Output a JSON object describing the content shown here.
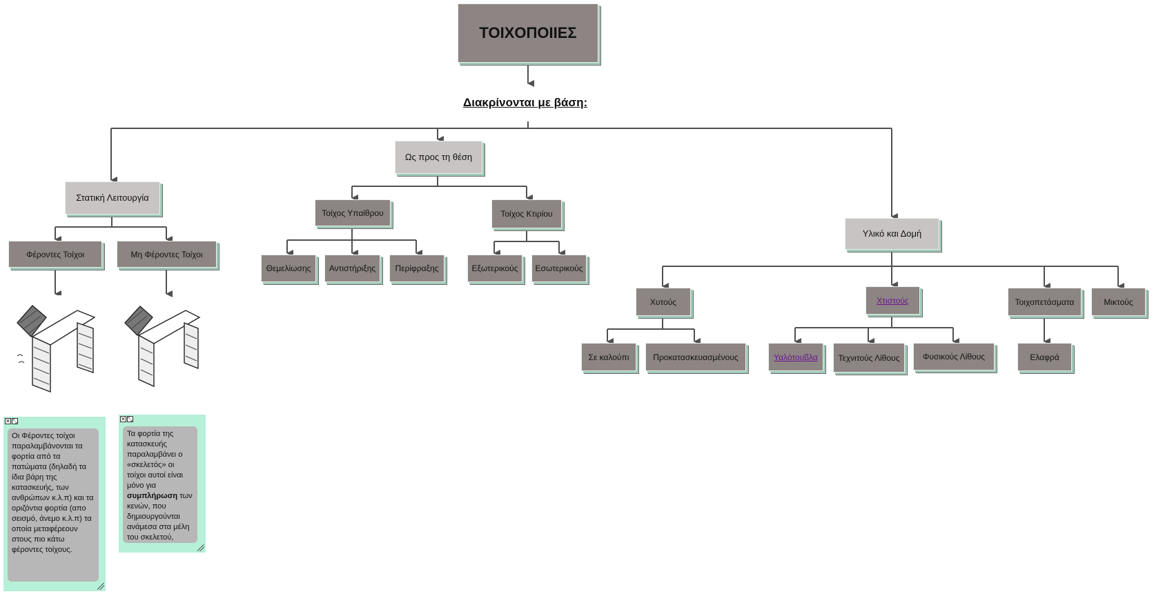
{
  "root": "ΤΟΙΧΟΠΟΙΙΕΣ",
  "heading": "Διακρίνονται με βάση:",
  "branches": {
    "static": "Στατική Λειτουργία",
    "position": "Ως προς τη θέση",
    "material": "Υλικό και Δομή"
  },
  "static_children": {
    "bearing": "Φέροντες Τοίχοι",
    "non_bearing": "Μη Φέροντες Τοίχοι"
  },
  "position_children": {
    "outdoor": "Τοίχος Υπαίθρου",
    "building": "Τοίχος Κτιρίου"
  },
  "outdoor_children": [
    "Θεμελίωσης",
    "Αντιστήριξης",
    "Περίφραξης"
  ],
  "building_children": [
    "Εξωτερικούς",
    "Εσωτερικούς"
  ],
  "material_children": {
    "cast": "Χυτούς",
    "built": "Χτιστούς",
    "panels": "Τοιχοπετάσματα",
    "mixed": "Μικτούς"
  },
  "cast_children": [
    "Σε καλούπι",
    "Προκατασκευασμένους"
  ],
  "built_children": [
    "Υαλότουβλα",
    "Τεχνιτούς Λίθους",
    "Φυσικούς Λίθους"
  ],
  "panels_children": [
    "Ελαφρά"
  ],
  "notes": {
    "bearing": {
      "text": "Οι Φέροντες τοίχοι παραλαμβάνονται τα φορτία από τα πατώματα (δηλαδή τα ίδια βάρη της κατασκευής, των ανθρώπων κ.λ.π) και τα οριζόντια φορτία (απο σεισμό, άνεμο κ.λ.π) τα οποία μεταφέρεουν στους πιο κάτω φέροντες τοίχους."
    },
    "non_bearing": {
      "text_before": "Τα φορτία της κατασκευής παραλαμβάνει ο «σκελετός» οι τοίχοι αυτοί είναι μόνο για",
      "bold": "συμπλήρωση",
      "text_after": "των κενών, που δημιουργούνται ανάμεσα στα μέλη του σκελετού,"
    }
  },
  "colors": {
    "node_fill": "#8d8583",
    "node_light_fill": "#c8c4c3",
    "note_bg": "#b6f0d8",
    "link": "#6b1590"
  }
}
